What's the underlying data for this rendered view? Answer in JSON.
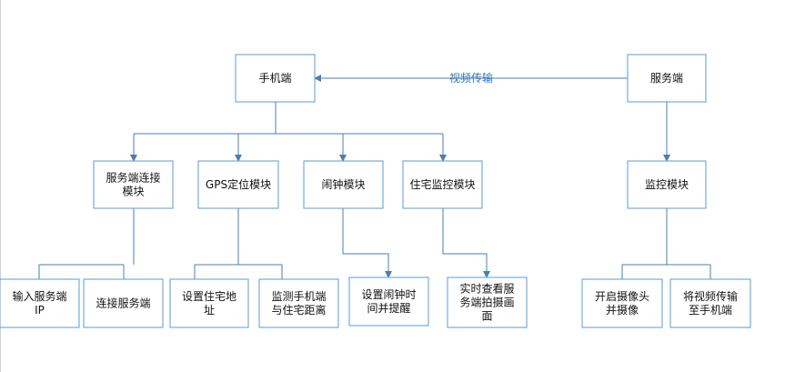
{
  "colors": {
    "box_border": "#5b9bd5",
    "connector": "#4a7fb0",
    "edge_label": "#2e75b6",
    "text": "#111111",
    "background": "#ffffff"
  },
  "nodes": {
    "phone": "手机端",
    "server": "服务端",
    "server_connect": "服务端连接\n模块",
    "gps": "GPS定位模块",
    "alarm": "闹钟模块",
    "home_monitor": "住宅监控模块",
    "monitor": "监控模块",
    "input_ip": "输入服务端\nIP",
    "connect_server": "连接服务端",
    "set_home": "设置住宅地\n址",
    "detect_distance": "监测手机端\n与住宅距离",
    "set_alarm": "设置闹钟时\n间并提醒",
    "view_photos": "实时查看服\n务端拍摄画\n面",
    "open_camera": "开启摄像头\n并摄像",
    "send_video": "将视频传输\n至手机端"
  },
  "edges": {
    "video_transfer": "视频传输"
  }
}
